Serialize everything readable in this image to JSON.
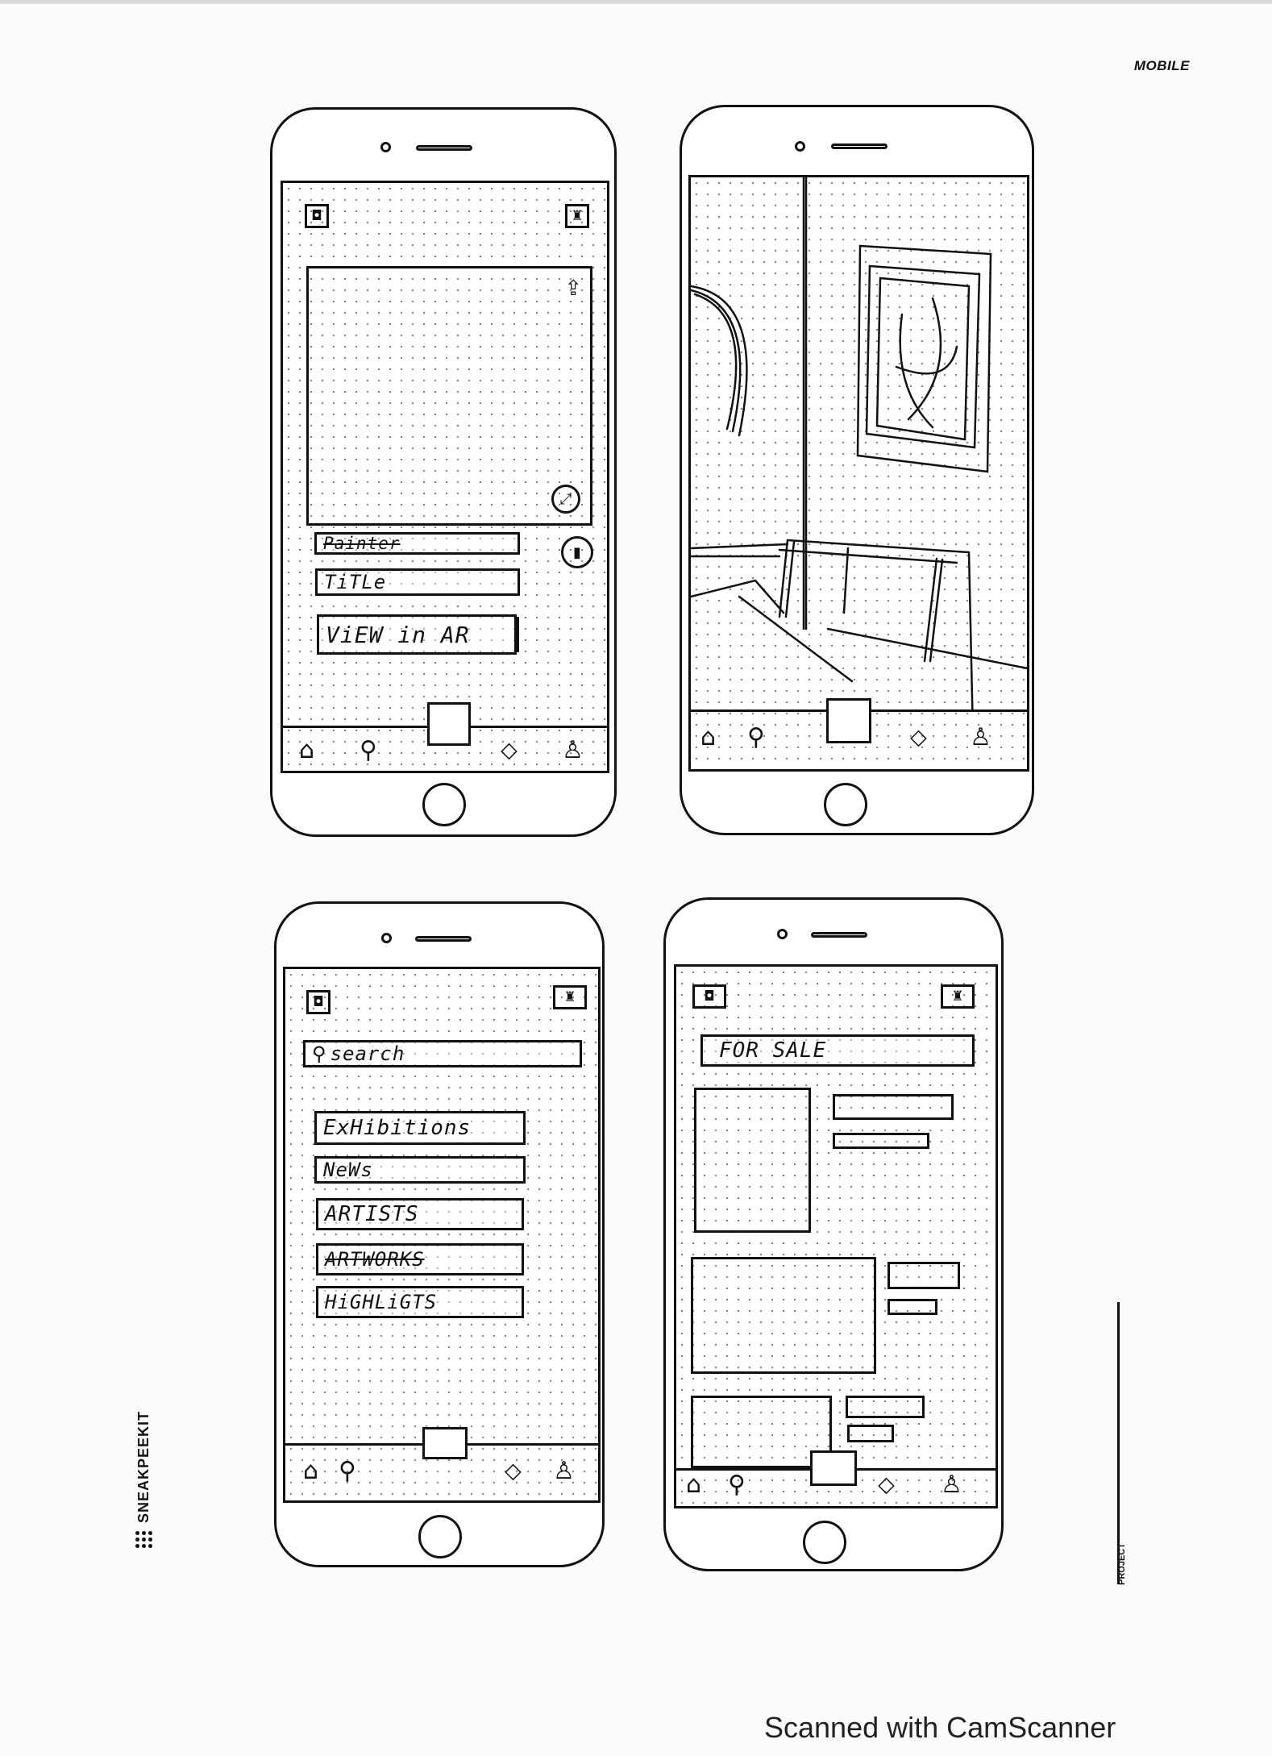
{
  "sheet": {
    "corner_label": "MOBILE",
    "brand": "SNEAKPEEKIT",
    "project_label": "PROJECT",
    "footer": "Scanned with CamScanner"
  },
  "phone1": {
    "name": "artwork-detail",
    "fields": {
      "painter": "Painter",
      "title": "TiTLe"
    },
    "ar_button": "ViEW in AR"
  },
  "phone2": {
    "name": "ar-view"
  },
  "phone3": {
    "name": "search-menu",
    "search_placeholder": "search",
    "menu": [
      {
        "label": "ExHibitions"
      },
      {
        "label": "NeWs"
      },
      {
        "label": "ARTISTS"
      },
      {
        "label": "ARTWORKS"
      },
      {
        "label": "HiGHLiGTS"
      }
    ]
  },
  "phone4": {
    "name": "for-sale",
    "header": "FOR SALE"
  },
  "icons": {
    "camera": "camera-icon",
    "profile_top": "figure-icon",
    "share": "share-icon",
    "expand": "expand-icon",
    "bookmark": "bookmark-icon",
    "home": "home-icon",
    "search": "search-icon",
    "tag": "tag-icon",
    "user": "user-icon"
  }
}
